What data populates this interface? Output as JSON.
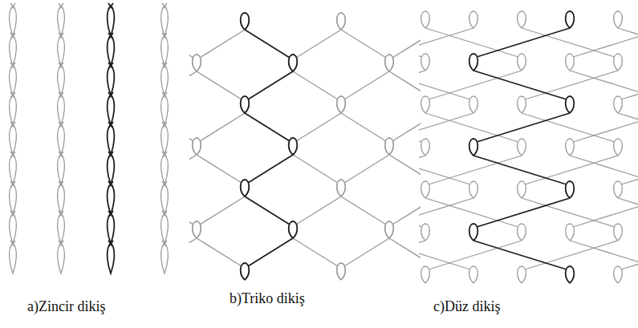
{
  "diagram": {
    "labels": [
      "a)Zincir dikiş",
      "b)Triko dikiş",
      "c)Düz dikiş"
    ]
  }
}
